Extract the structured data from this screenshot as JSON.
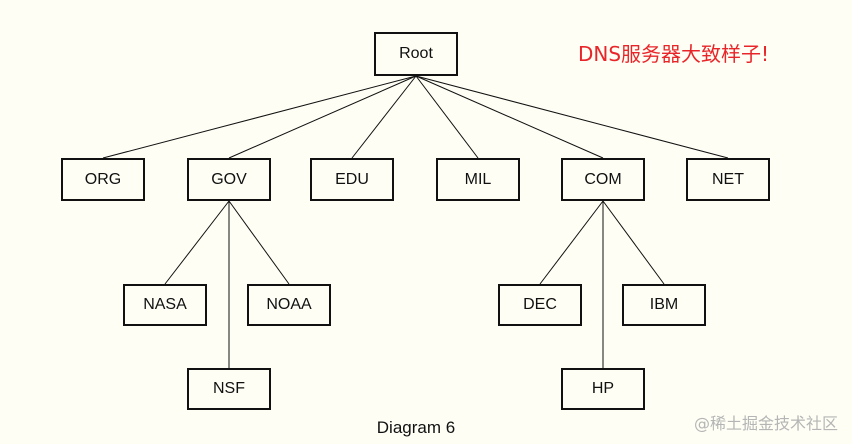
{
  "annotation": "DNS服务器大致样子!",
  "caption": "Diagram 6",
  "watermark": "@稀土掘金技术社区",
  "tree": {
    "root": "Root",
    "level1": [
      "ORG",
      "GOV",
      "EDU",
      "MIL",
      "COM",
      "NET"
    ],
    "gov_children": [
      "NASA",
      "NSF",
      "NOAA"
    ],
    "com_children": [
      "DEC",
      "HP",
      "IBM"
    ]
  },
  "colors": {
    "annotation": "#e8262a",
    "line": "#111111",
    "background": "#fefef5"
  }
}
